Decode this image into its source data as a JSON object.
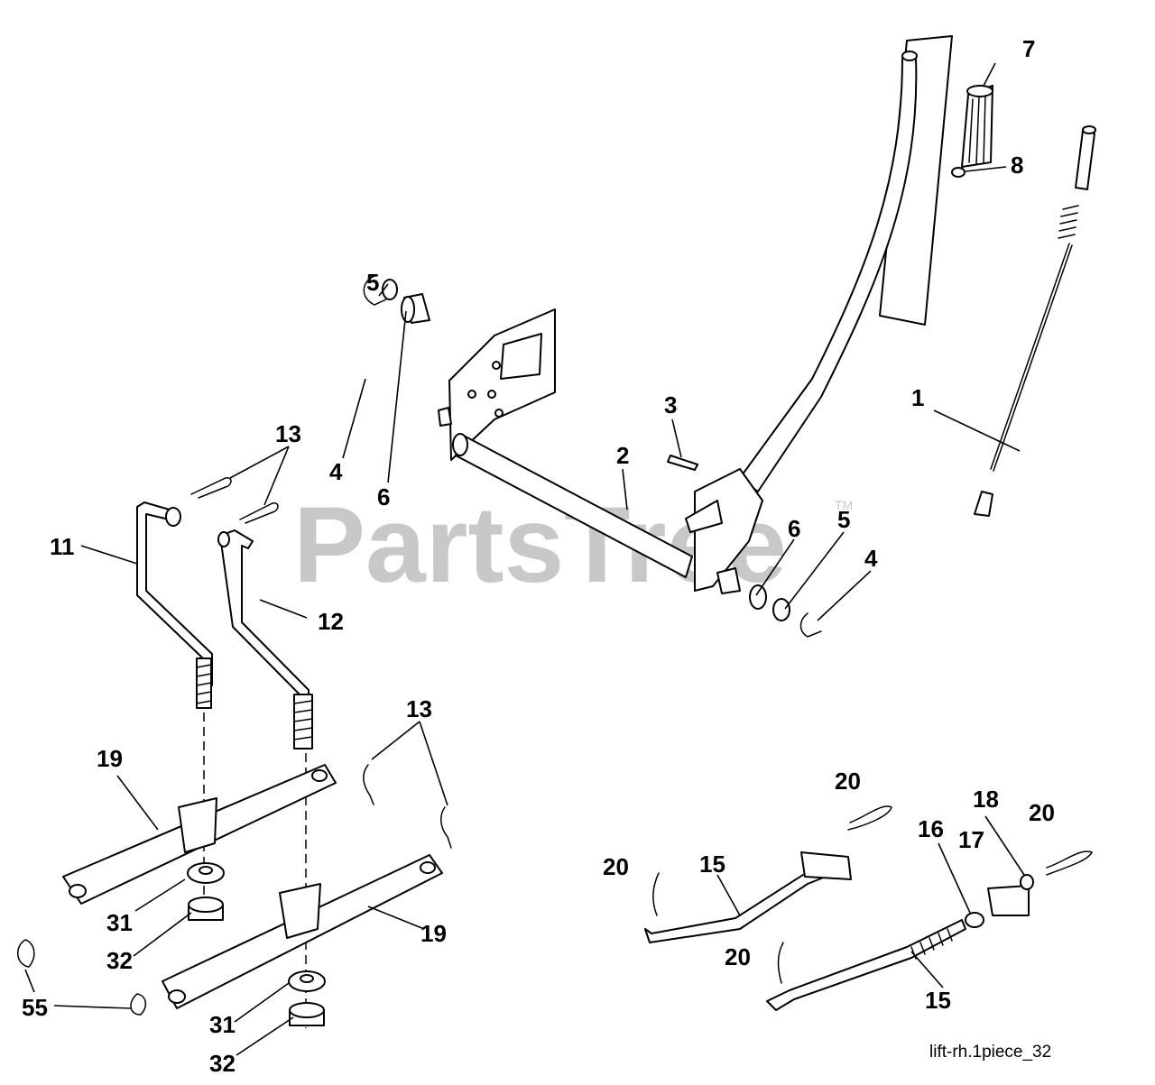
{
  "watermark": "PartsTree",
  "watermark_tm": "TM",
  "caption": "lift-rh.1piece_32",
  "callouts": {
    "c1": "1",
    "c2": "2",
    "c3": "3",
    "c4a": "4",
    "c4b": "4",
    "c5a": "5",
    "c5b": "5",
    "c6a": "6",
    "c6b": "6",
    "c7": "7",
    "c8": "8",
    "c11": "11",
    "c12": "12",
    "c13a": "13",
    "c13b": "13",
    "c15a": "15",
    "c15b": "15",
    "c16": "16",
    "c17": "17",
    "c18": "18",
    "c19a": "19",
    "c19b": "19",
    "c20a": "20",
    "c20b": "20",
    "c20c": "20",
    "c20d": "20",
    "c31a": "31",
    "c31b": "31",
    "c32a": "32",
    "c32b": "32",
    "c55": "55"
  }
}
